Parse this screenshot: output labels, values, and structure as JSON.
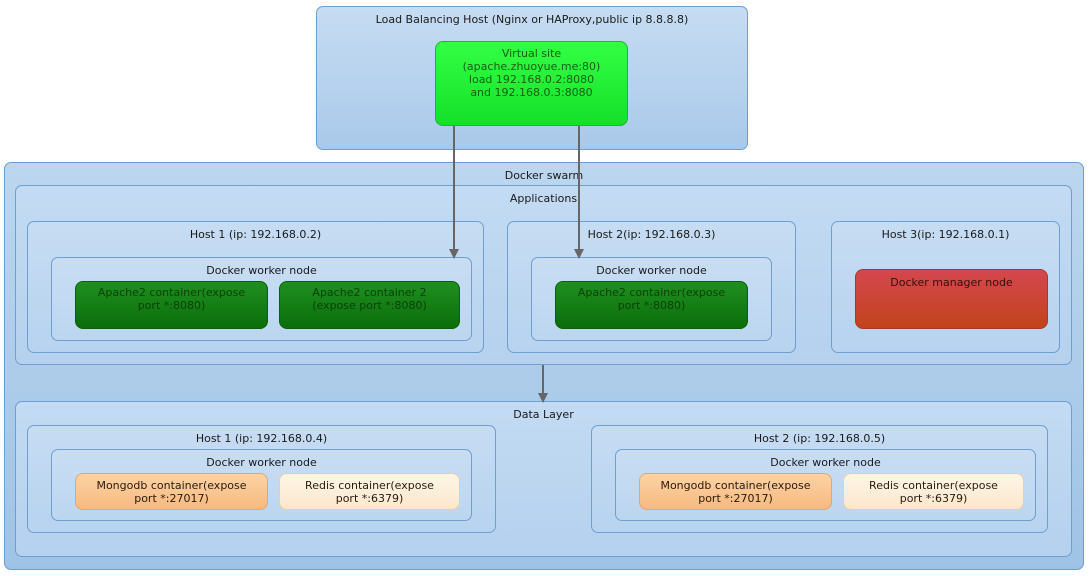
{
  "lb": {
    "title": "Load Balancing Host (Nginx or HAProxy,public ip 8.8.8.8)",
    "virtual_site": "Virtual site\n(apache.zhuoyue.me:80)\nload 192.168.0.2:8080\nand 192.168.0.3:8080"
  },
  "swarm": {
    "title": "Docker swarm",
    "applications": {
      "title": "Applications",
      "host1": {
        "title": "Host 1 (ip: 192.168.0.2)",
        "worker_title": "Docker worker node",
        "c1": "Apache2 container(expose\nport *:8080)",
        "c2": "Apache2 container 2\n(expose port *:8080)"
      },
      "host2": {
        "title": "Host 2(ip: 192.168.0.3)",
        "worker_title": "Docker worker node",
        "c1": "Apache2 container(expose\nport *:8080)"
      },
      "host3": {
        "title": "Host 3(ip: 192.168.0.1)",
        "manager": "Docker manager node"
      }
    },
    "data_layer": {
      "title": "Data Layer",
      "host1": {
        "title": "Host 1 (ip: 192.168.0.4)",
        "worker_title": "Docker worker node",
        "mongo": "Mongodb container(expose\nport *:27017)",
        "redis": "Redis container(expose\nport *:6379)"
      },
      "host2": {
        "title": "Host 2 (ip: 192.168.0.5)",
        "worker_title": "Docker worker node",
        "mongo": "Mongodb container(expose\nport *:27017)",
        "redis": "Redis container(expose\nport *:6379)"
      }
    }
  }
}
